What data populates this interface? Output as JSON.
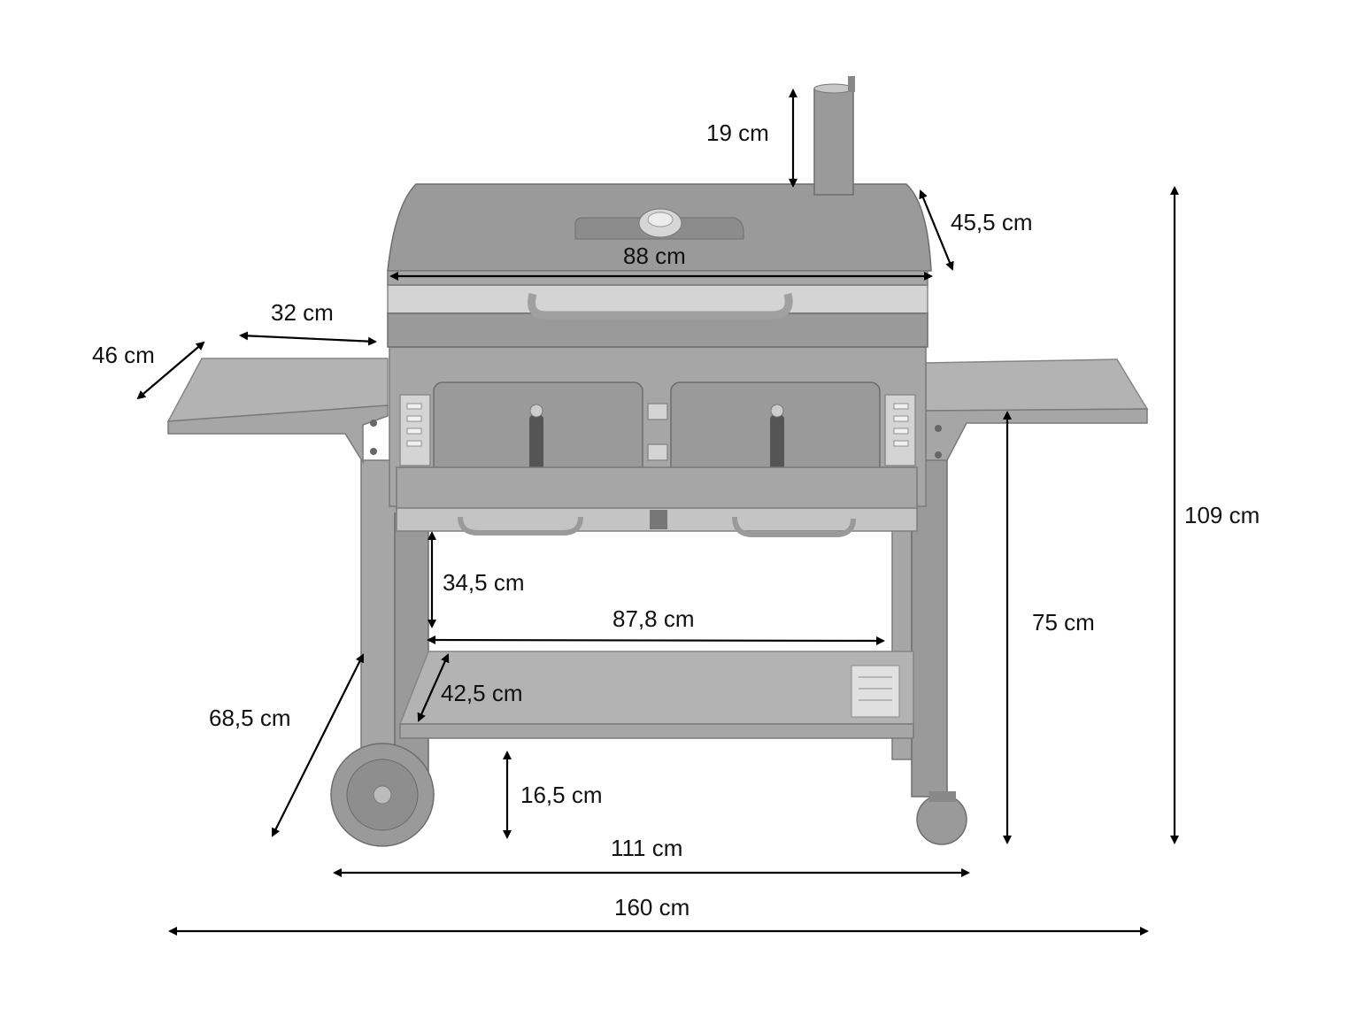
{
  "dimensions": {
    "chimney_height": "19 cm",
    "lid_depth": "45,5 cm",
    "grill_width": "88 cm",
    "shelf_width": "32 cm",
    "shelf_depth": "46 cm",
    "total_height": "109 cm",
    "grill_box_to_shelf": "34,5 cm",
    "bottom_shelf_width": "87,8 cm",
    "cooking_height": "75 cm",
    "bottom_shelf_depth": "42,5 cm",
    "leg_depth": "68,5 cm",
    "ground_clearance": "16,5 cm",
    "wheelbase_width": "111 cm",
    "total_width": "160 cm"
  },
  "colors": {
    "body": "#9a9a9a",
    "steel": "#d4d4d4",
    "arrow": "#000000",
    "text": "#111111"
  }
}
